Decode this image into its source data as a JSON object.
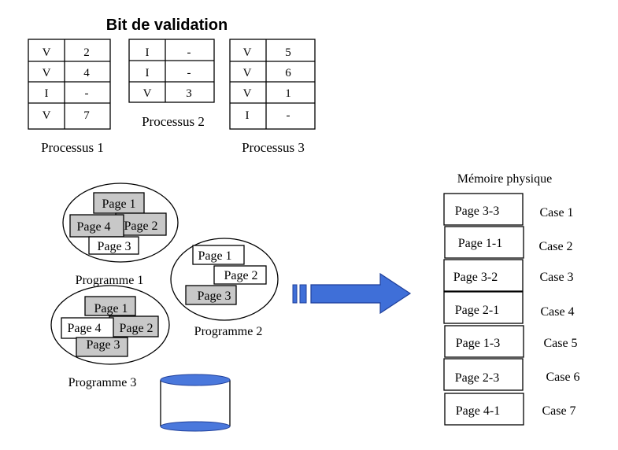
{
  "title": "Bit de validation",
  "tables": [
    {
      "caption": "Processus 1",
      "rows": [
        [
          "V",
          "2"
        ],
        [
          "V",
          "4"
        ],
        [
          "I",
          "-"
        ],
        [
          "V",
          "7"
        ]
      ]
    },
    {
      "caption": "Processus 2",
      "rows": [
        [
          "I",
          "-"
        ],
        [
          "I",
          "-"
        ],
        [
          "V",
          "3"
        ]
      ]
    },
    {
      "caption": "Processus 3",
      "rows": [
        [
          "V",
          "5"
        ],
        [
          "V",
          "6"
        ],
        [
          "V",
          "1"
        ],
        [
          "I",
          "-"
        ]
      ]
    }
  ],
  "programs": [
    {
      "label": "Programme 1",
      "pages": [
        {
          "label": "Page 1",
          "shaded": true
        },
        {
          "label": "Page 4",
          "shaded": true
        },
        {
          "label": "Page 2",
          "shaded": true
        },
        {
          "label": "Page 3",
          "shaded": false
        }
      ]
    },
    {
      "label": "Programme 2",
      "pages": [
        {
          "label": "Page 1",
          "shaded": false
        },
        {
          "label": "Page 2",
          "shaded": false
        },
        {
          "label": "Page 3",
          "shaded": true
        }
      ]
    },
    {
      "label": "Programme 3",
      "pages": [
        {
          "label": "Page 1",
          "shaded": true
        },
        {
          "label": "Page 4",
          "shaded": false
        },
        {
          "label": "Page 2",
          "shaded": true
        },
        {
          "label": "Page 3",
          "shaded": true
        }
      ]
    }
  ],
  "memory": {
    "title": "Mémoire physique",
    "cells": [
      {
        "content": "Page 3-3",
        "case": "Case 1"
      },
      {
        "content": "Page 1-1",
        "case": "Case 2"
      },
      {
        "content": "Page 3-2",
        "case": "Case 3"
      },
      {
        "content": "Page 2-1",
        "case": "Case 4"
      },
      {
        "content": "Page 1-3",
        "case": "Case 5"
      },
      {
        "content": "Page 2-3",
        "case": "Case 6"
      },
      {
        "content": "Page 4-1",
        "case": "Case 7"
      }
    ]
  },
  "colors": {
    "shaded_page": "#c8c8c8",
    "arrow_fill": "#3f6fd8",
    "arrow_stroke": "#1f3f9a",
    "disk_top": "#4a78dc"
  },
  "icons": [
    "disk-icon",
    "arrow-right-icon"
  ]
}
